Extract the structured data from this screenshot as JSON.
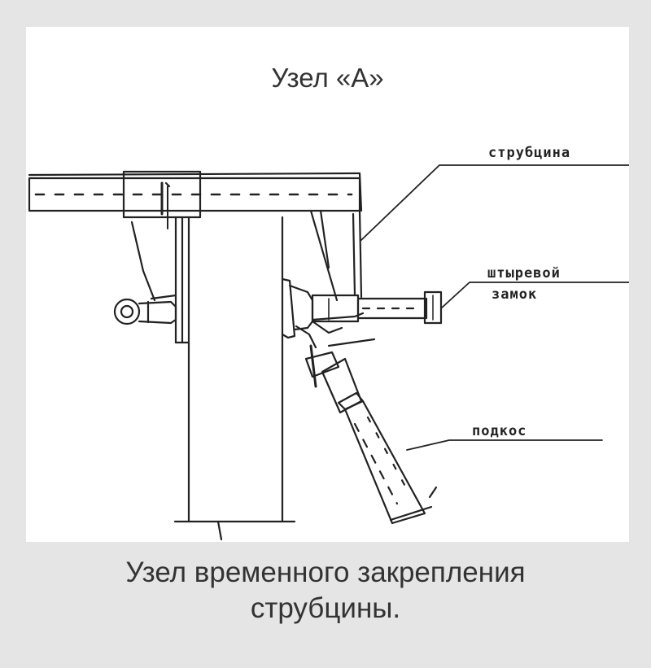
{
  "title": "Узел «А»",
  "labels": {
    "clamp": "струбцина",
    "pin_lock_line1": "штыревой",
    "pin_lock_line2": "замок",
    "brace": "подкос"
  },
  "caption": {
    "line1": "Узел временного закрепления",
    "line2": "струбцины."
  },
  "colors": {
    "background": "#e5e5e5",
    "panel": "#ffffff",
    "ink": "#222222",
    "text": "#333333"
  }
}
